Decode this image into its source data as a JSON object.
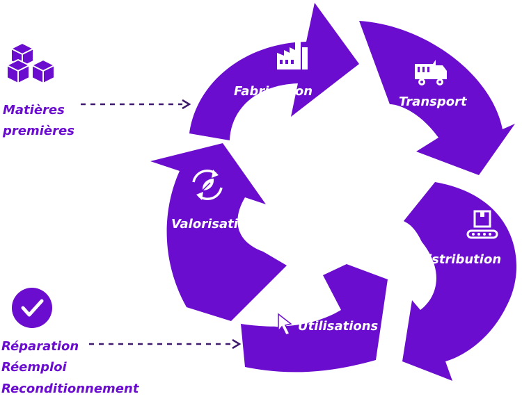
{
  "colors": {
    "accent": "#6a0dce",
    "text_on_accent": "#ffffff"
  },
  "cycle": {
    "stages": [
      {
        "label": "Fabrication",
        "icon": "factory-icon"
      },
      {
        "label": "Transport",
        "icon": "dump-truck-icon"
      },
      {
        "label": "Distribution",
        "icon": "conveyor-box-icon"
      },
      {
        "label": "Utilisations",
        "icon": "cursor-click-icon"
      },
      {
        "label": "Valorisation",
        "icon": "recycle-leaf-icon"
      }
    ]
  },
  "inputs": {
    "raw_materials": {
      "icon": "cubes-icon",
      "lines": [
        "Matières",
        "premières"
      ]
    },
    "repair": {
      "icon": "check-circle-icon",
      "lines": [
        "Réparation",
        "Réemploi",
        "Reconditionnement"
      ]
    }
  }
}
